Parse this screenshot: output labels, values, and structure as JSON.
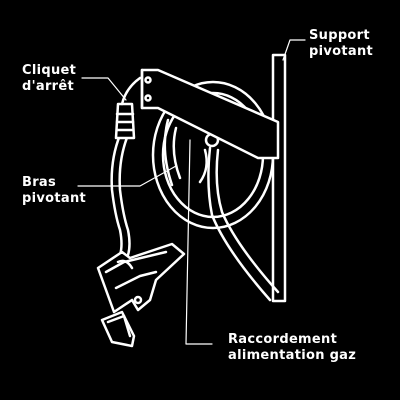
{
  "labels": {
    "cliquet_line1": "Cliquet",
    "cliquet_line2": "d'arrêt",
    "support_line1": "Support",
    "support_line2": "pivotant",
    "bras_line1": "Bras",
    "bras_line2": "pivotant",
    "raccord_line1": "Raccordement",
    "raccord_line2": "alimentation gaz"
  },
  "colors": {
    "background": "#000000",
    "ink": "#ffffff"
  }
}
